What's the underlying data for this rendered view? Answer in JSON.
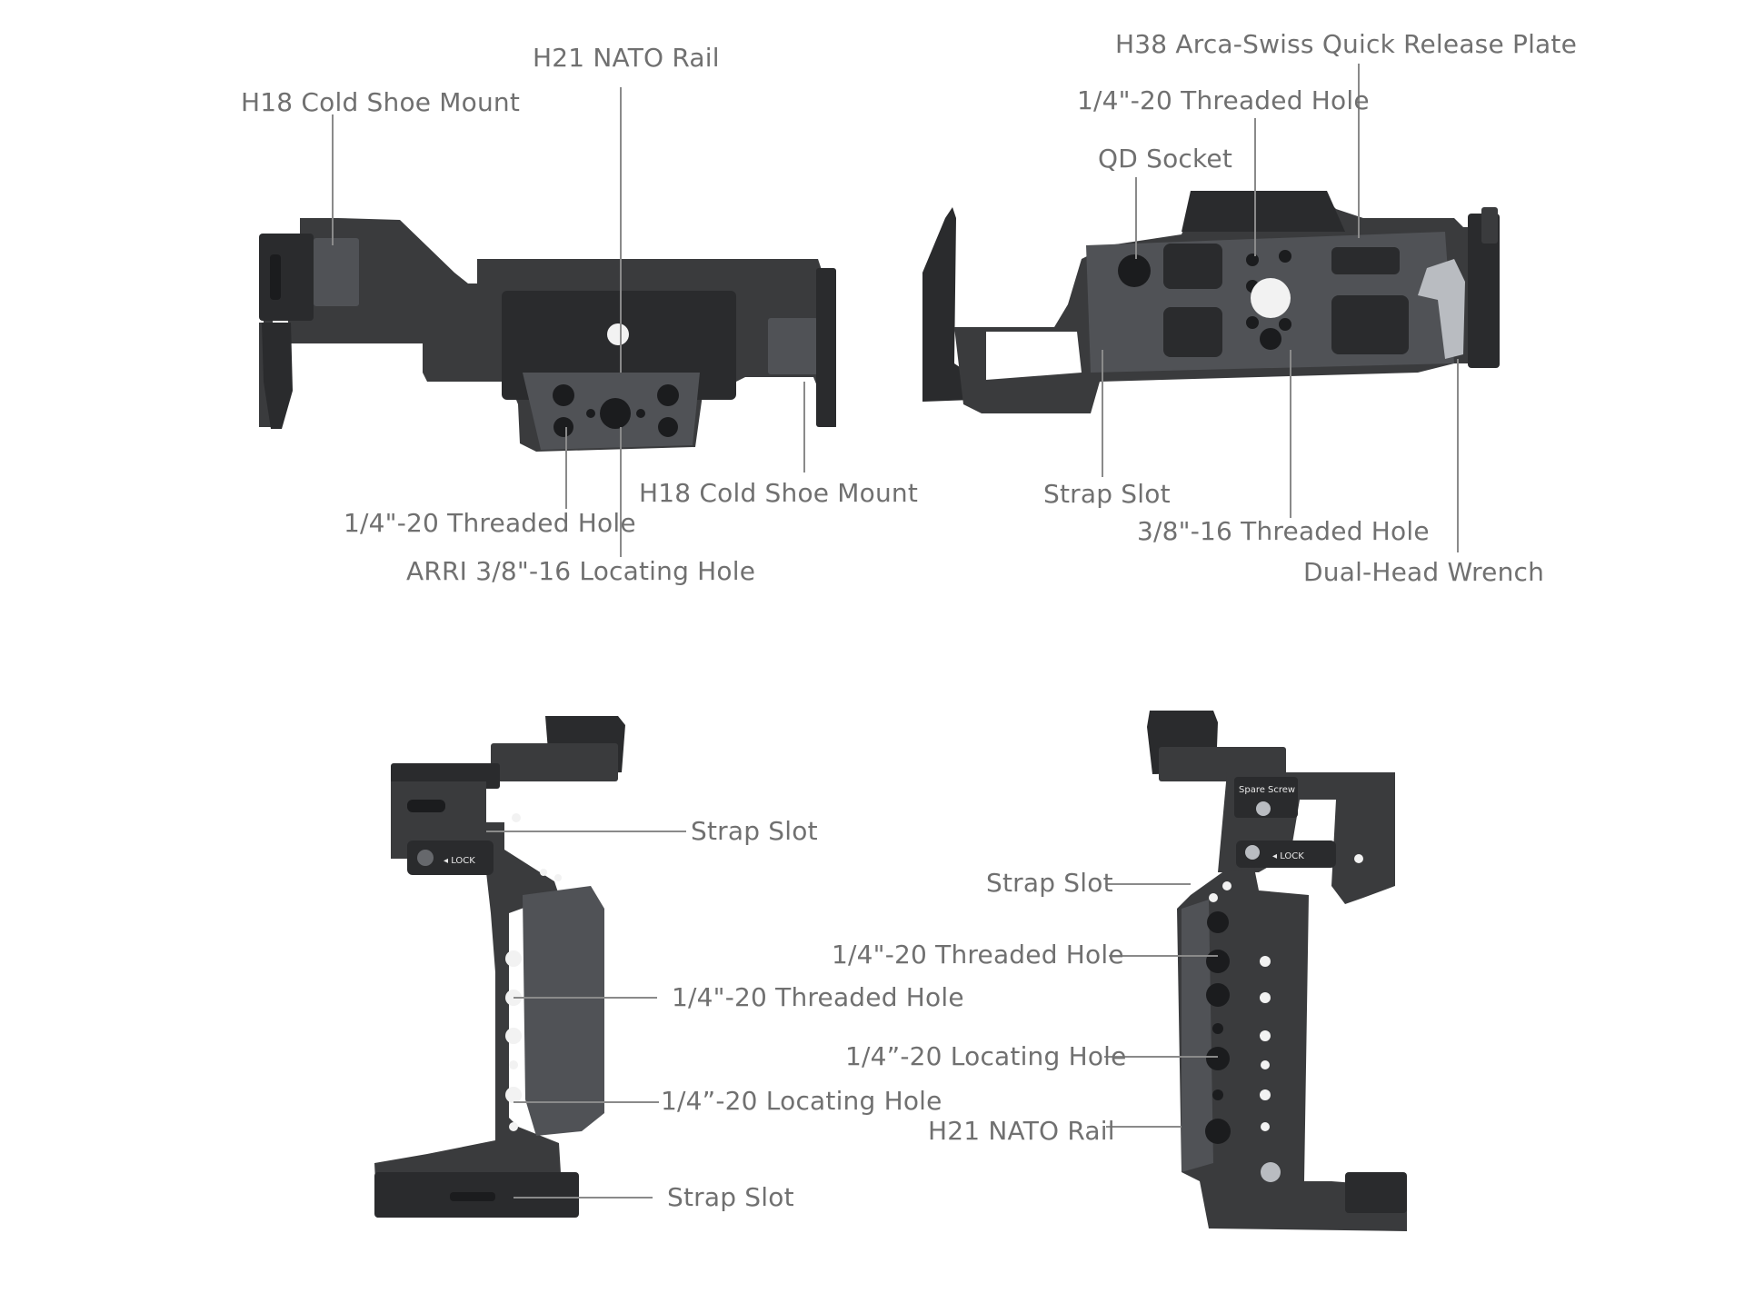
{
  "views": {
    "top_left": {
      "labels": {
        "nato_rail": "H21 NATO Rail",
        "cold_shoe_top": "H18 Cold Shoe Mount",
        "cold_shoe_bottom": "H18 Cold Shoe Mount",
        "threaded_hole": "1/4\"-20 Threaded Hole",
        "arri_hole": "ARRI 3/8\"-16 Locating Hole"
      }
    },
    "top_right": {
      "labels": {
        "arca_plate": "H38 Arca-Swiss Quick Release Plate",
        "threaded_hole_14": "1/4\"-20 Threaded Hole",
        "qd_socket": "QD Socket",
        "strap_slot": "Strap Slot",
        "threaded_hole_38": "3/8\"-16 Threaded Hole",
        "wrench": "Dual-Head Wrench"
      }
    },
    "bottom_left": {
      "labels": {
        "strap_slot_top": "Strap Slot",
        "threaded_hole": "1/4\"-20 Threaded Hole",
        "locating_hole": "1/4”-20 Locating Hole",
        "strap_slot_bottom": "Strap Slot"
      },
      "engraving": {
        "lock": "◂ LOCK"
      }
    },
    "bottom_right": {
      "labels": {
        "strap_slot": "Strap Slot",
        "threaded_hole": "1/4\"-20 Threaded Hole",
        "locating_hole": "1/4”-20 Locating Hole",
        "nato_rail": "H21 NATO Rail"
      },
      "engraving": {
        "lock": "◂ LOCK",
        "spare_screw": "Spare Screw"
      }
    }
  },
  "colors": {
    "label_text": "#707070",
    "leader_line": "#8a8a8a",
    "metal": "#3a3b3d",
    "background": "#ffffff"
  }
}
